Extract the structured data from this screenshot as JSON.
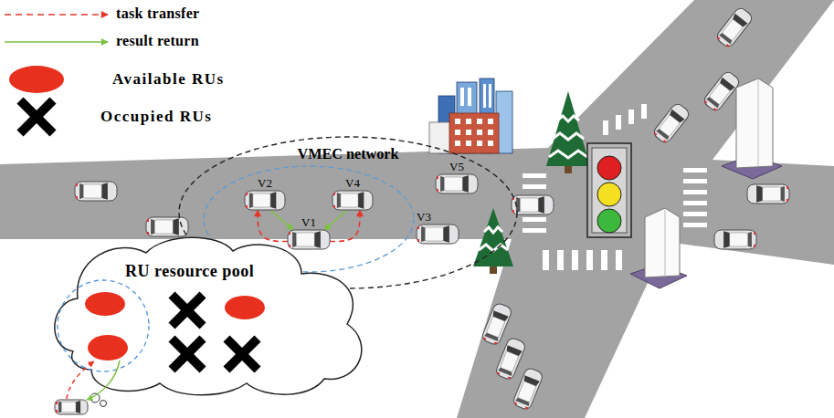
{
  "diagram": {
    "nodes": [
      {
        "text": [
          "VMEC network"
        ]
      },
      {
        "text": [
          "V5"
        ],
        "in": 0
      },
      {
        "text": [
          "V2"
        ],
        "in": 0
      },
      {
        "text": [
          "V4"
        ],
        "in": 0
      },
      {
        "text": [
          "V1"
        ],
        "in": 0
      },
      {
        "text": [
          "V3"
        ],
        "in": 0
      },
      {
        "text": [
          "RU resource pool"
        ]
      }
    ],
    "edges": [
      {
        "from": 4,
        "to": 2,
        "arrow": "to"
      },
      {
        "from": 4,
        "to": 3,
        "arrow": "to"
      },
      {
        "from": 2,
        "to": 4,
        "arrow": "to"
      },
      {
        "from": 3,
        "to": 4,
        "arrow": "to"
      }
    ],
    "legend": [
      {
        "text": "task transfer"
      },
      {
        "text": "result return"
      },
      {
        "text": "Available RUs"
      },
      {
        "text": "Occupied RUs"
      }
    ]
  }
}
